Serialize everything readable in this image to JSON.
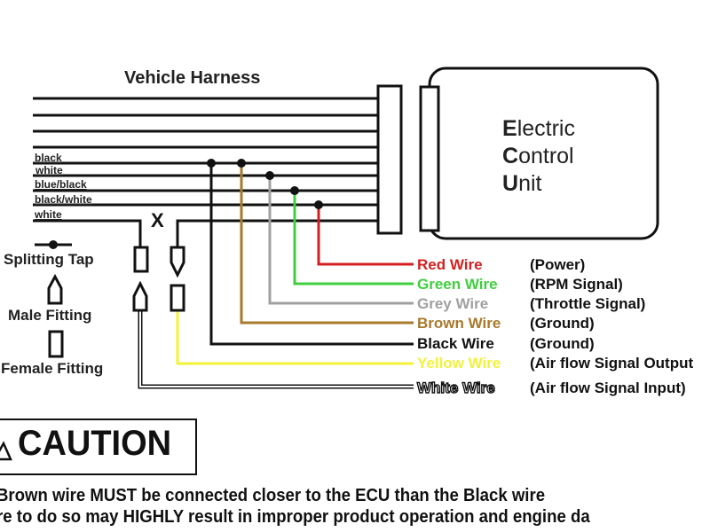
{
  "title": "Vehicle Harness",
  "ecu": {
    "line1_initial": "E",
    "line1_rest": "lectric",
    "line2_initial": "C",
    "line2_rest": "ontrol",
    "line3_initial": "U",
    "line3_rest": "nit"
  },
  "harness_labels": [
    "black",
    "white",
    "blue/black",
    "black/white",
    "white"
  ],
  "symbols": {
    "splitting_tap": "Splitting Tap",
    "male_fitting": "Male Fitting",
    "female_fitting": "Female Fitting"
  },
  "cut_mark": "X",
  "legend": [
    {
      "wire": "Red Wire",
      "signal": "(Power)",
      "color": "#d42020"
    },
    {
      "wire": "Green Wire",
      "signal": "(RPM Signal)",
      "color": "#3fcf3f"
    },
    {
      "wire": "Grey Wire",
      "signal": "(Throttle Signal)",
      "color": "#a0a0a0"
    },
    {
      "wire": "Brown Wire",
      "signal": "(Ground)",
      "color": "#a87a2c"
    },
    {
      "wire": "Black Wire",
      "signal": "(Ground)",
      "color": "#111111"
    },
    {
      "wire": "Yellow Wire",
      "signal": "(Air flow Signal Output",
      "color": "#f2f23a"
    },
    {
      "wire": "White Wire",
      "signal": "(Air flow Signal Input)",
      "color": "#ffffff"
    }
  ],
  "caution": {
    "heading": "CAUTION",
    "icon": "warning-triangle-icon",
    "line1": "Brown wire MUST be connected closer to the ECU than the Black wire",
    "line2": "re to do so may HIGHLY result in improper product operation and engine da"
  }
}
